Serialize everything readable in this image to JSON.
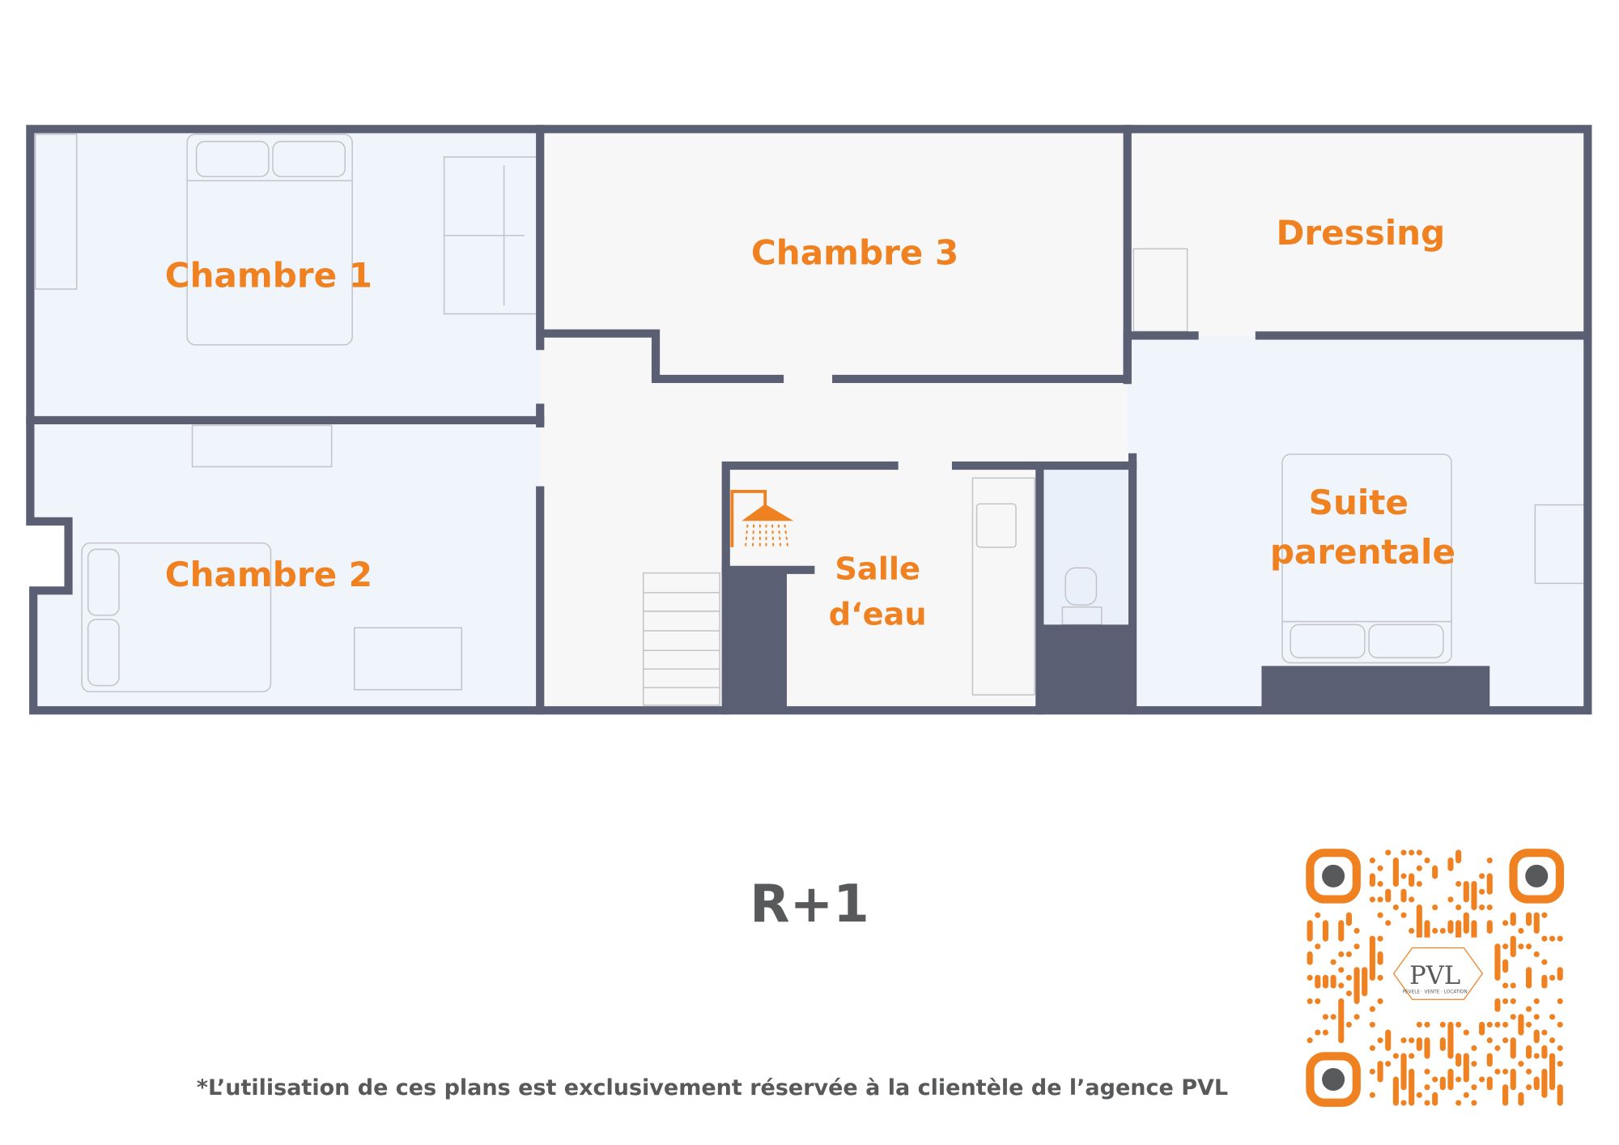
{
  "rooms": {
    "chambre1": "Chambre 1",
    "chambre2": "Chambre 2",
    "chambre3": "Chambre 3",
    "dressing": "Dressing",
    "suite_line1": "Suite",
    "suite_line2": "parentale",
    "salle_line1": "Salle",
    "salle_line2": "d‘eau"
  },
  "floor_label": "R+1",
  "footer_note": "*L’utilisation de ces plans est exclusivement réservée à la clientèle de l’agence PVL",
  "qr": {
    "logo_text": "PVL",
    "logo_tagline": "PEVELE · VENTE · LOCATION"
  },
  "colors": {
    "accent": "#f08121",
    "wall": "#5b5f74",
    "bedroom_floor": "#f0f4fb",
    "floor": "#f7f7f7",
    "text": "#58595b"
  }
}
